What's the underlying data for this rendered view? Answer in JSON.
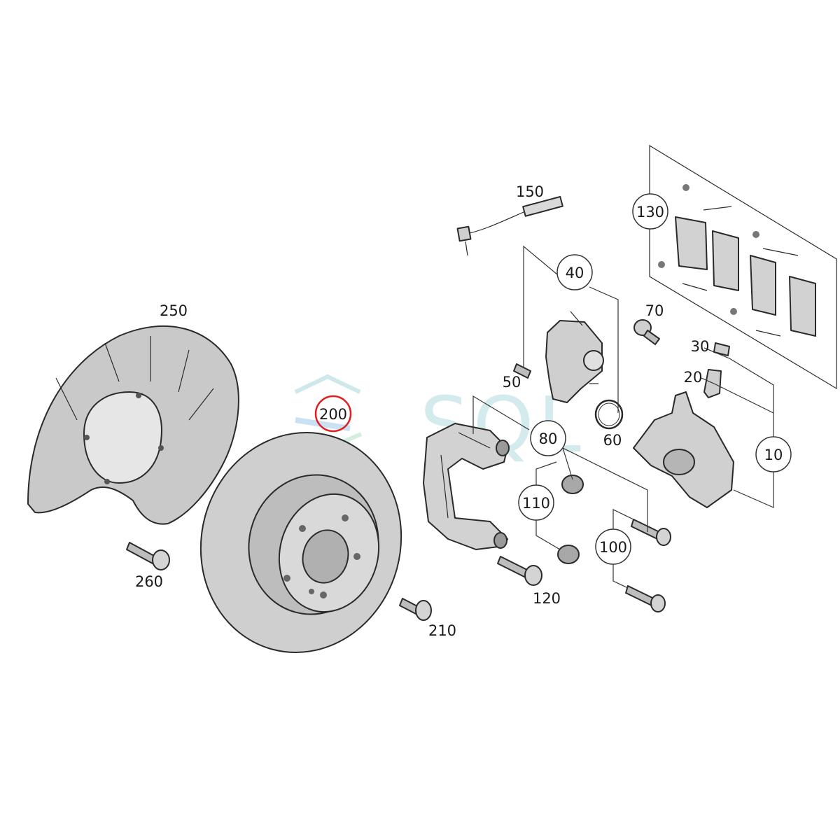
{
  "diagram": {
    "callouts": {
      "p10": "10",
      "p20": "20",
      "p30": "30",
      "p40": "40",
      "p50": "50",
      "p60": "60",
      "p70": "70",
      "p80": "80",
      "p100": "100",
      "p110": "110",
      "p120": "120",
      "p130": "130",
      "p150": "150",
      "p200": "200",
      "p210": "210",
      "p250": "250",
      "p260": "260"
    },
    "highlight_color": "#e02020",
    "watermark": {
      "text": "SQL",
      "color": "#9fd3d7"
    }
  }
}
